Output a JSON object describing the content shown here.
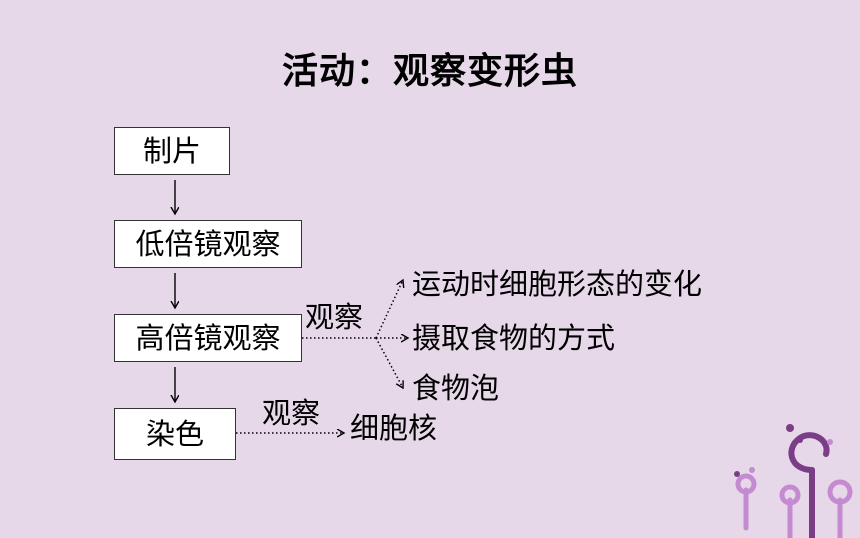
{
  "title": "活动：观察变形虫",
  "steps": [
    "制片",
    "低倍镜观察",
    "高倍镜观察",
    "染色"
  ],
  "observe_label_1": "观察",
  "observe_label_2": "观察",
  "observations": [
    "运动时细胞形态的变化",
    "摄取食物的方式",
    "食物泡"
  ],
  "stain_result": "细胞核",
  "colors": {
    "background": "#e6d7e9",
    "decoration_dark": "#7a3d86",
    "decoration_light": "#c58bd0"
  }
}
